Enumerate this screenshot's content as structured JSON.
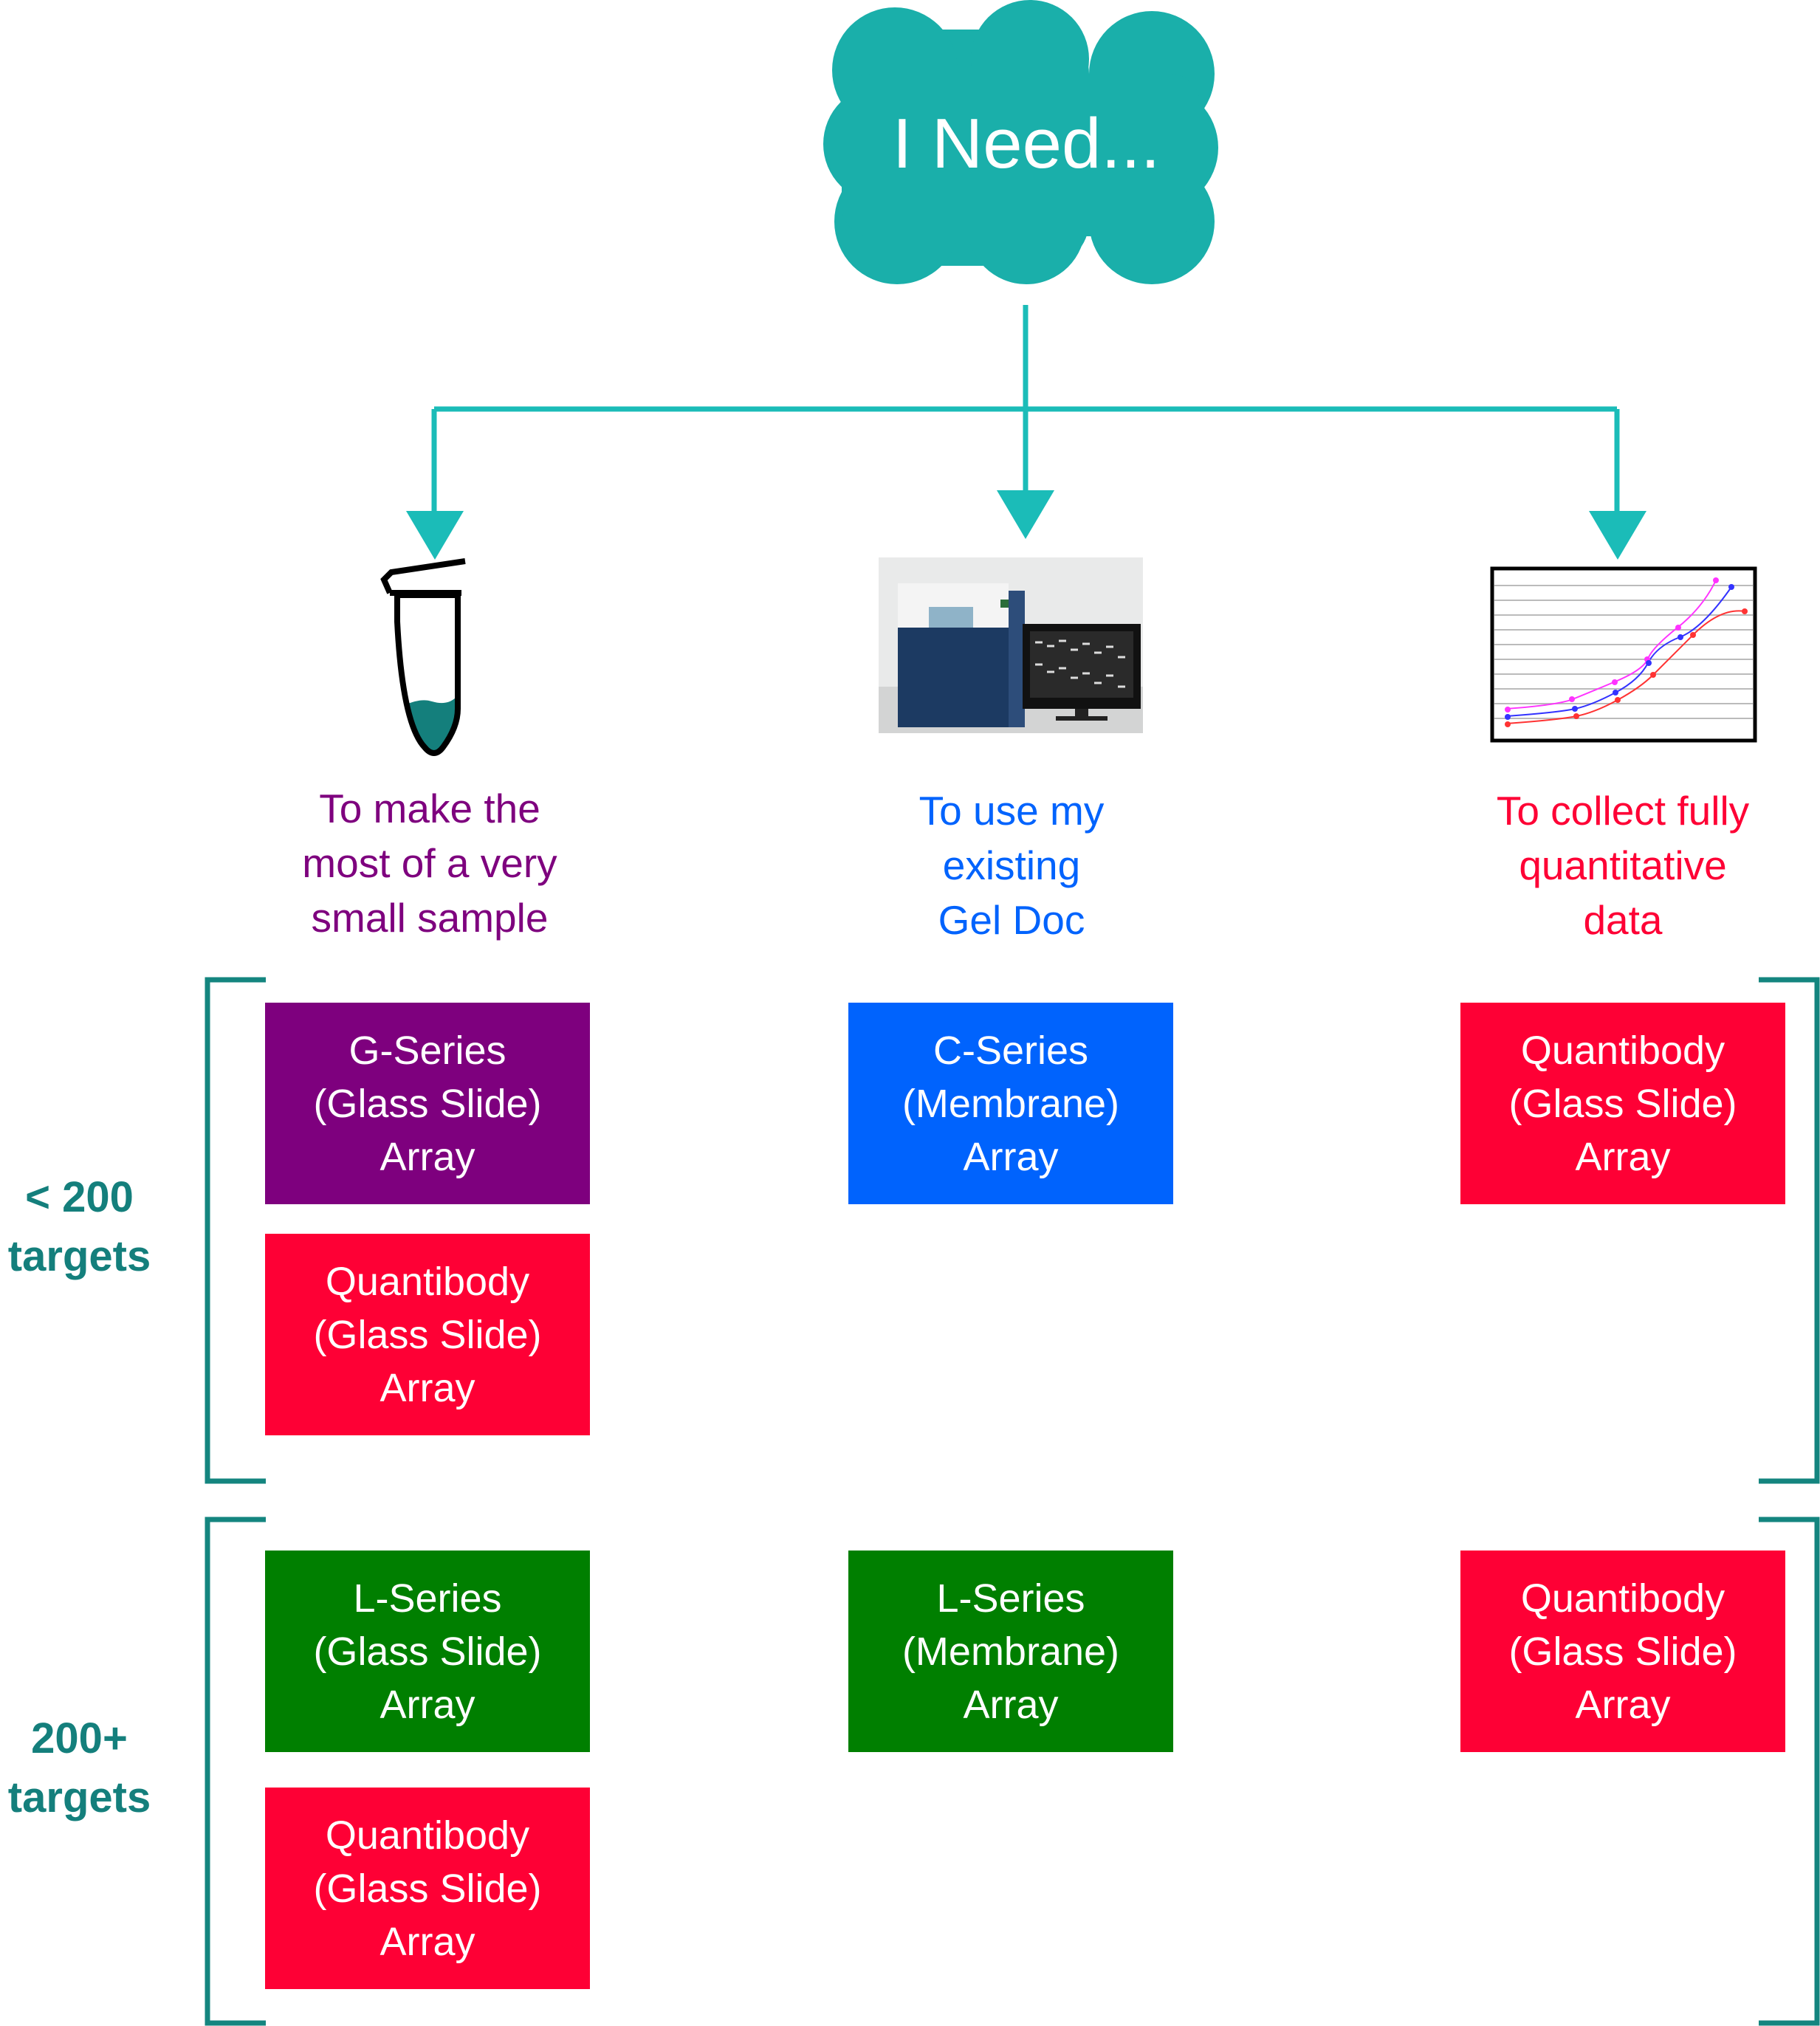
{
  "header": {
    "label": "I Need..."
  },
  "colors": {
    "cloud": "#1aafaa",
    "connector": "#1bbcb8",
    "bracket": "#14857f",
    "purple": "#7e007e",
    "blue": "#0063fd",
    "red": "#fe0035",
    "green": "#007f00"
  },
  "goals": [
    {
      "text": "To make the\nmost of a very\nsmall  sample",
      "color": "#7e007e",
      "icon": "microtube-icon"
    },
    {
      "text": "To use my\nexisting\nGel Doc",
      "color": "#0063fd",
      "icon": "gel-doc-photo"
    },
    {
      "text": "To collect fully\nquantitative\ndata",
      "color": "#fe0035",
      "icon": "line-graph-icon"
    }
  ],
  "rows": [
    {
      "label": "< 200\ntargets"
    },
    {
      "label": "200+\ntargets"
    }
  ],
  "products": {
    "small_lt200_a": "G-Series\n(Glass Slide)\nArray",
    "small_lt200_b": "Quantibody\n(Glass Slide)\nArray",
    "geldoc_lt200": "C-Series\n(Membrane)\nArray",
    "quant_lt200": "Quantibody\n(Glass Slide)\nArray",
    "small_200_a": "L-Series\n(Glass Slide)\nArray",
    "small_200_b": "Quantibody\n(Glass Slide)\nArray",
    "geldoc_200": "L-Series\n(Membrane)\nArray",
    "quant_200": "Quantibody\n(Glass Slide)\nArray"
  }
}
